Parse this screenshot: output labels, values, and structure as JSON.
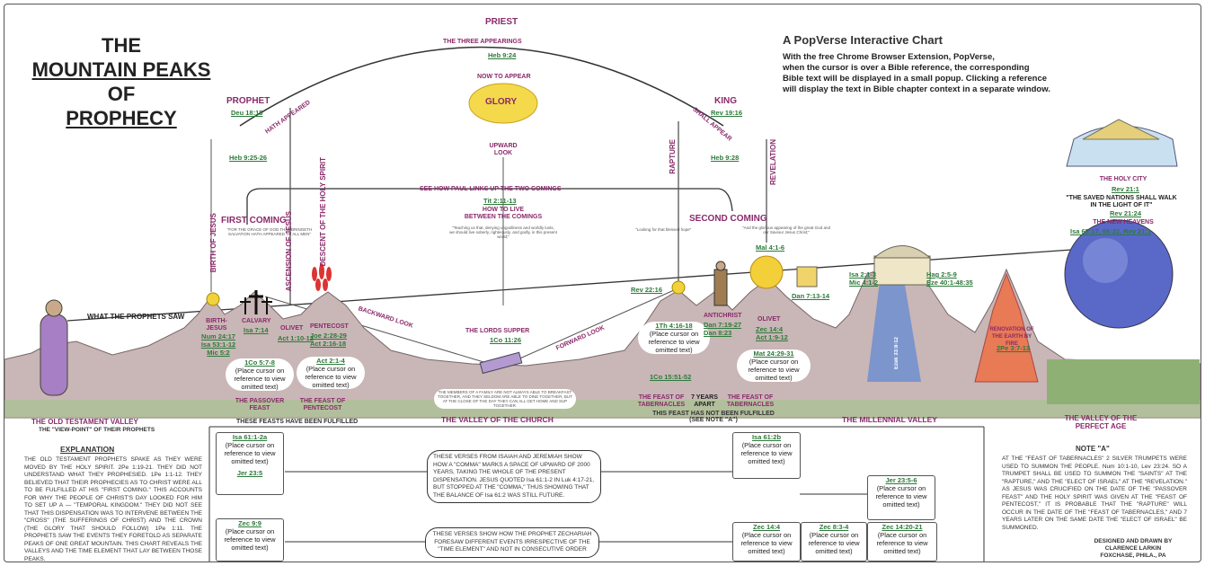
{
  "title": [
    "THE",
    "MOUNTAIN PEAKS",
    "OF",
    "PROPHECY"
  ],
  "intro": {
    "heading": "A PopVerse Interactive Chart",
    "lines": [
      "With the free Chrome Browser Extension, PopVerse,",
      "when the cursor is over a Bible reference, the corresponding",
      "Bible text will be displayed in a small popup. Clicking a reference",
      "will display the text in Bible chapter context in a separate window."
    ]
  },
  "arch": {
    "priest": "PRIEST",
    "three_appearings": "THE THREE APPEARINGS",
    "priest_ref": "Heb 9:24",
    "now_to_appear": "NOW TO APPEAR",
    "glory": "GLORY",
    "upward": "UPWARD",
    "look": "LOOK",
    "prophet": "PROPHET",
    "prophet_ref": "Deu 18:15",
    "hath_appeared": "HATH APPEARED",
    "heb_926": "Heb 9:25-26",
    "king": "KING",
    "king_ref": "Rev 19:16",
    "shall_appear": "SHALL APPEAR",
    "heb_928": "Heb 9:28"
  },
  "paul": {
    "links": "SEE HOW PAUL LINKS UP THE TWO COMINGS",
    "ref": "Tit 2:11-13",
    "how_to_live": "HOW TO LIVE",
    "between": "BETWEEN THE COMINGS",
    "quote_mid": "\"Teaching us that, denying ungodliness and worldly lusts, we should live soberly, righteously, and godly, in this present world;\"",
    "first_coming": "FIRST COMING",
    "quote_first": "\"FOR THE GRACE OF GOD THAT BRINGETH SALVATION HATH APPEARED TO ALL MEN\"",
    "second_coming": "SECOND COMING",
    "quote_second": "\"And the glorious appearing of the great God and our Saviour Jesus Christ;\"",
    "looking_for": "\"Looking for that blessed hope\""
  },
  "verticals": {
    "birth": "BIRTH OF JESUS",
    "ascension": "ASCENSION OF JESUS",
    "descent": "DESCENT OF THE HOLY SPIRIT",
    "rapture": "RAPTURE",
    "revelation": "REVELATION"
  },
  "peaks": {
    "what_prophets_saw": "WHAT THE PROPHETS SAW",
    "birth_jesus": "BIRTH-JESUS",
    "birth_refs": [
      "Num 24:17",
      "Isa 53:1-12",
      "Mic 5:2"
    ],
    "calvary": "CALVARY",
    "calvary_ref": "Isa 7:14",
    "olivet": "OLIVET",
    "olivet_ref": "Act 1:10-12",
    "pentecost": "PENTECOST",
    "pentecost_refs": [
      "Joe 2:28-29",
      "Act 2:16-18"
    ],
    "cor_57": "1Co 5:7-8",
    "act_21": "Act 2:1-4",
    "passover": "THE PASSOVER FEAST",
    "feast_pentecost": "THE FEAST OF PENTECOST",
    "backward_look": "BACKWARD LOOK",
    "forward_look": "FORWARD LOOK",
    "lords_supper": "THE LORDS SUPPER",
    "supper_ref": "1Co 11:26",
    "rev_2216": "Rev 22:16",
    "th_416": "1Th 4:16-18",
    "cor_1551": "1Co 15:51-52",
    "antichrist": "ANTICHRIST",
    "antichrist_refs": [
      "Dan 7:19-27",
      "Dan 8:23"
    ],
    "olivet2": "OLIVET",
    "olivet2_refs": [
      "Zec 14:4",
      "Act 1:9-12"
    ],
    "mat_24": "Mat 24:29-31",
    "mal_41": "Mal 4:1-6",
    "dan_713": "Dan 7:13-14",
    "isa_21": "Isa 2:1-3",
    "mic_41": "Mic 4:1-2",
    "hag_25": "Hag 2:5-9",
    "eze_40": "Eze 40:1-48:35",
    "ezek_river": "Ezek 33:8-12",
    "tabernacles_a": "THE FEAST OF TABERNACLES",
    "seven_years": "7 YEARS APART",
    "tabernacles_b": "THE FEAST OF TABERNACLES",
    "renovation": "RENOVATION OF THE EARTH BY FIRE",
    "renovation_ref": "2Pe 3:7-13",
    "holy_city": "THE HOLY CITY",
    "holy_city_ref": "Rev 21:1",
    "saved_nations": "\"THE SAVED NATIONS SHALL WALK IN THE LIGHT OF IT\"",
    "rev_2124": "Rev 21:24",
    "new_heavens": "THE NEW HEAVENS",
    "new_heavens_refs": "Isa 65:17, 66:22, Rev 21:1",
    "placeholder": "(Place cursor on reference to view omitted text)",
    "family_note": "THE MEMBERS OF A FAMILY ARE NOT ALWAYS ABLE TO BREAKFAST TOGETHER, AND THEY SELDOM ARE ABLE TO DINE TOGETHER, BUT AT THE CLOSE OF THE DAY THEY CAN ALL GET HOME AND SUP TOGETHER."
  },
  "valleys": {
    "ot": "THE OLD TESTAMENT VALLEY",
    "ot_sub": "THE \"VIEW-POINT\" OF THEIR PROPHETS",
    "church": "THE VALLEY OF THE CHURCH",
    "millennial": "THE MILLENNIAL VALLEY",
    "perfect": "THE VALLEY OF THE PERFECT AGE",
    "fulfilled": "THESE FEASTS HAVE BEEN FULFILLED",
    "not_fulfilled": "THIS FEAST HAS NOT BEEN FULFILLED",
    "see_note": "(SEE NOTE \"A\")"
  },
  "explanation": {
    "heading": "EXPLANATION",
    "text": "THE OLD TESTAMENT PROPHETS SPAKE AS THEY WERE MOVED BY THE HOLY SPIRIT. 2Pe 1:19-21. THEY DID NOT UNDERSTAND WHAT THEY PROPHESIED. 1Pe 1:1-12. THEY BELIEVED THAT THEIR PROPHECIES AS TO CHRIST WERE ALL TO BE FULFILLED AT HIS \"FIRST COMING.\" THIS ACCOUNTS FOR WHY THE PEOPLE OF CHRIST'S DAY LOOKED FOR HIM TO SET UP A — \"TEMPORAL KINGDOM.\" THEY DID NOT SEE THAT THIS DISPENSATION WAS TO INTERVENE BETWEEN THE \"CROSS\" (THE SUFFERINGS OF CHRIST) AND THE CROWN (THE GLORY THAT SHOULD FOLLOW) 1Pe 1:11. THE PROPHETS SAW THE EVENTS THEY FORETOLD AS SEPARATE PEAKS OF ONE GREAT MOUNTAIN. THIS CHART REVEALS THE VALLEYS AND THE TIME ELEMENT THAT LAY BETWEEN THOSE PEAKS."
  },
  "middle": {
    "isa_61a": "Isa 61:1-2a",
    "jer_235": "Jer 23:5",
    "isaiah_note": "THESE VERSES FROM ISAIAH AND JEREMIAH SHOW HOW A \"COMMA\" MARKS A SPACE OF UPWARD OF 2000 YEARS, TAKING THE WHOLE OF THE PRESENT DISPENSATION. JESUS QUOTED Isa 61:1-2 IN Luk 4:17-21, BUT STOPPED AT THE \"COMMA,\" THUS SHOWING THAT THE BALANCE OF Isa 61:2 WAS STILL FUTURE.",
    "isa_61b": "Isa 61:2b",
    "jer_2356": "Jer 23:5-6",
    "zec_99": "Zec 9:9",
    "zec_note": "THESE VERSES SHOW HOW THE PROPHET ZECHARIAH FORESAW DIFFERENT EVENTS IRRESPECTIVE OF THE \"TIME ELEMENT\" AND NOT IN CONSECUTIVE ORDER",
    "zec_144": "Zec 14:4",
    "zec_834": "Zec 8:3-4",
    "zec_1420": "Zec 14:20-21"
  },
  "note_a": {
    "heading": "NOTE \"A\"",
    "text": "AT THE \"FEAST OF TABERNACLES\" 2 SILVER TRUMPETS WERE USED TO SUMMON THE PEOPLE. Num 10:1-10, Lev 23:24. SO A TRUMPET SHALL BE USED TO SUMMON THE \"SAINTS\" AT THE \"RAPTURE,\" AND THE \"ELECT OF ISRAEL\" AT THE \"REVELATION.\" AS JESUS WAS CRUCIFIED ON THE DATE OF THE \"PASSOVER FEAST\" AND THE HOLY SPIRIT WAS GIVEN AT THE \"FEAST OF PENTECOST,\" IT IS PROBABLE THAT THE \"RAPTURE\" WILL OCCUR IN THE DATE OF THE \"FEAST OF TABERNACLES,\" AND 7 YEARS LATER ON THE SAME DATE THE \"ELECT OF ISRAEL\" BE SUMMONED."
  },
  "credit": [
    "DESIGNED AND DRAWN BY",
    "CLARENCE LARKIN",
    "FOXCHASE, PHILA., PA"
  ]
}
